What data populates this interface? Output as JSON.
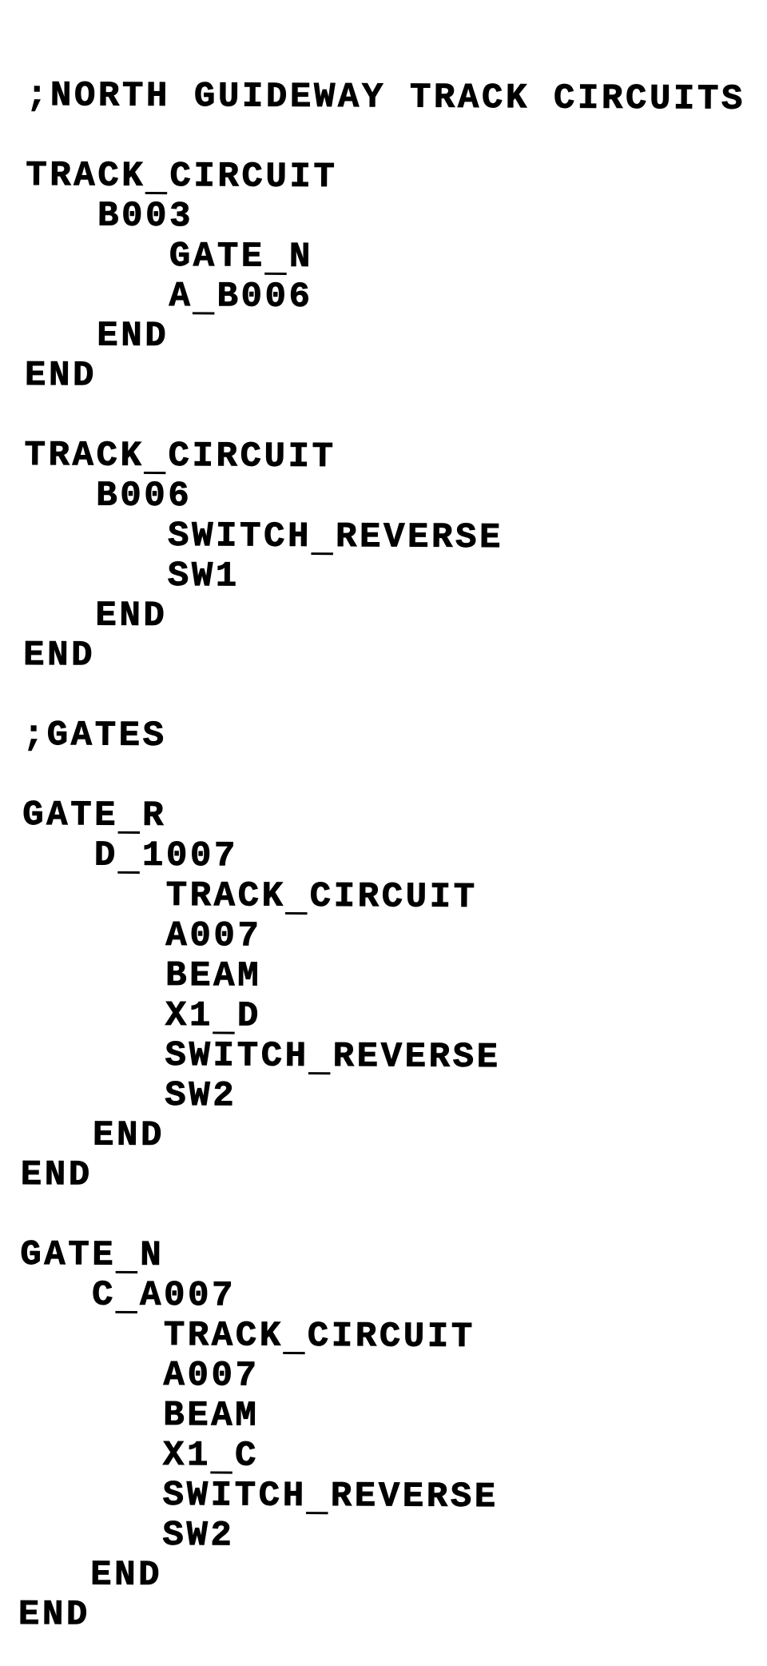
{
  "page": {
    "paper_color": "#ffffff",
    "ink_color": "#000000"
  },
  "document": {
    "title_comment": ";NORTH GUIDEWAY TRACK CIRCUITS",
    "section_comment": ";GATES",
    "end_keyword": "END",
    "lines": [
      ";NORTH GUIDEWAY TRACK CIRCUITS",
      "",
      "TRACK_CIRCUIT",
      "   B003",
      "      GATE_N",
      "      A_B006",
      "   END",
      "END",
      "",
      "TRACK_CIRCUIT",
      "   B006",
      "      SWITCH_REVERSE",
      "      SW1",
      "   END",
      "END",
      "",
      ";GATES",
      "",
      "GATE_R",
      "   D_1007",
      "      TRACK_CIRCUIT",
      "      A007",
      "      BEAM",
      "      X1_D",
      "      SWITCH_REVERSE",
      "      SW2",
      "   END",
      "END",
      "",
      "GATE_N",
      "   C_A007",
      "      TRACK_CIRCUIT",
      "      A007",
      "      BEAM",
      "      X1_C",
      "      SWITCH_REVERSE",
      "      SW2",
      "   END",
      "END"
    ]
  }
}
